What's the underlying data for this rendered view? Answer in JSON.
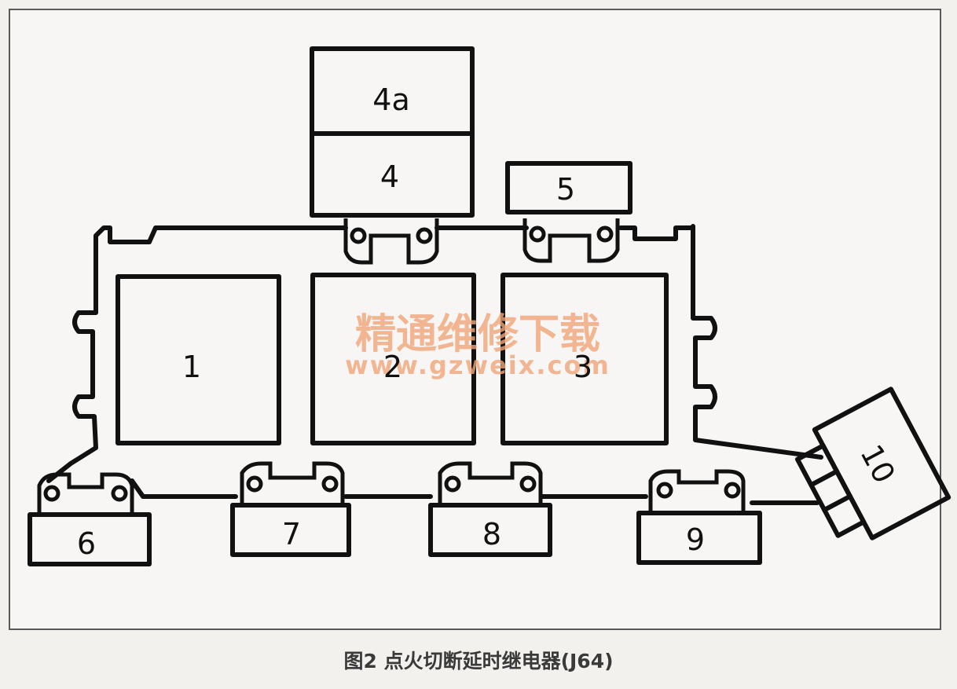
{
  "labels": {
    "relay_1": "1",
    "relay_2": "2",
    "relay_3": "3",
    "relay_4a": "4a",
    "relay_4": "4",
    "relay_5": "5",
    "relay_6": "6",
    "relay_7": "7",
    "relay_8": "8",
    "relay_9": "9",
    "relay_10": "10"
  },
  "watermark": {
    "chinese": "精通维修下载",
    "url": "www.gzweix.com"
  },
  "caption": "图2 点火切断延时继电器(J64)"
}
